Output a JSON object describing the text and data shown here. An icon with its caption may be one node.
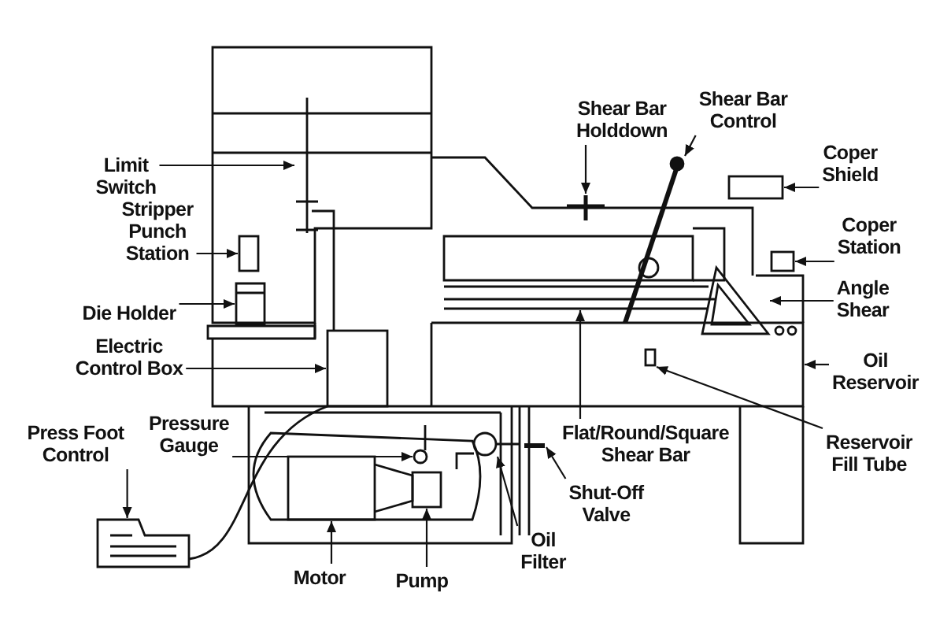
{
  "diagram": {
    "nodes": [
      {
        "text": [
          "Limit Switch"
        ]
      },
      {
        "text": [
          "Stripper Punch Station"
        ]
      },
      {
        "text": [
          "Die Holder"
        ]
      },
      {
        "text": [
          "Electric Control Box"
        ]
      },
      {
        "text": [
          "Press Foot Control"
        ]
      },
      {
        "text": [
          "Pressure Gauge"
        ]
      },
      {
        "text": [
          "Motor"
        ]
      },
      {
        "text": [
          "Pump"
        ]
      },
      {
        "text": [
          "Shear Bar Holddown"
        ]
      },
      {
        "text": [
          "Shear Bar Control"
        ]
      },
      {
        "text": [
          "Coper Shield"
        ]
      },
      {
        "text": [
          "Coper Station"
        ]
      },
      {
        "text": [
          "Angle Shear"
        ]
      },
      {
        "text": [
          "Oil Reservoir"
        ]
      },
      {
        "text": [
          "Reservoir Fill Tube"
        ]
      },
      {
        "text": [
          "Flat/Round/Square Shear Bar"
        ]
      },
      {
        "text": [
          "Shut-Off Valve"
        ]
      },
      {
        "text": [
          "Oil Filter"
        ]
      },
      {
        "text": [],
        "shape": "picture"
      },
      {
        "text": [],
        "shape": "box"
      },
      {
        "text": [],
        "shape": "picture"
      },
      {
        "text": [],
        "shape": "box"
      },
      {
        "text": [],
        "shape": "picture"
      },
      {
        "text": [],
        "shape": "circle"
      },
      {
        "text": [],
        "shape": "box"
      },
      {
        "text": [],
        "shape": "box"
      },
      {
        "text": [],
        "shape": "picture"
      },
      {
        "text": [],
        "shape": "picture"
      },
      {
        "text": [],
        "shape": "box"
      },
      {
        "text": [],
        "shape": "box"
      },
      {
        "text": [],
        "shape": "picture"
      },
      {
        "text": [],
        "shape": "picture"
      },
      {
        "text": [],
        "shape": "box"
      },
      {
        "text": [],
        "shape": "picture"
      },
      {
        "text": [],
        "shape": "bar"
      },
      {
        "text": [],
        "shape": "circle"
      }
    ],
    "edges": [
      {
        "from": 0,
        "to": 18,
        "arrow": "to"
      },
      {
        "from": 1,
        "to": 19,
        "arrow": "to"
      },
      {
        "from": 2,
        "to": 20,
        "arrow": "to"
      },
      {
        "from": 3,
        "to": 21,
        "arrow": "to"
      },
      {
        "from": 4,
        "to": 22,
        "arrow": "to"
      },
      {
        "from": 5,
        "to": 23,
        "arrow": "to"
      },
      {
        "from": 6,
        "to": 24,
        "arrow": "to"
      },
      {
        "from": 7,
        "to": 25,
        "arrow": "to"
      },
      {
        "from": 8,
        "to": 26,
        "arrow": "to"
      },
      {
        "from": 9,
        "to": 27,
        "arrow": "to"
      },
      {
        "from": 10,
        "to": 28,
        "arrow": "to"
      },
      {
        "from": 11,
        "to": 29,
        "arrow": "to"
      },
      {
        "from": 12,
        "to": 30,
        "arrow": "to"
      },
      {
        "from": 13,
        "to": 31,
        "arrow": "to"
      },
      {
        "from": 14,
        "to": 32,
        "arrow": "to"
      },
      {
        "from": 15,
        "to": 33,
        "arrow": "to"
      },
      {
        "from": 16,
        "to": 34,
        "arrow": "to"
      },
      {
        "from": 17,
        "to": 35,
        "arrow": "to"
      }
    ]
  }
}
